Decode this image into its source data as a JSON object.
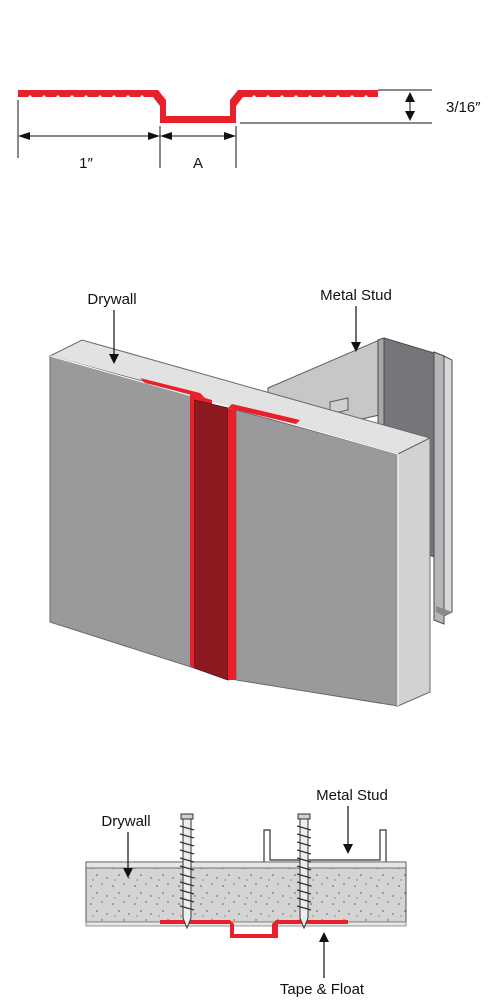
{
  "profile": {
    "dim_width": "1″",
    "dim_reveal": "A",
    "dim_depth": "3/16″"
  },
  "iso_view": {
    "label_drywall": "Drywall",
    "label_stud": "Metal Stud"
  },
  "section_view": {
    "label_drywall": "Drywall",
    "label_stud": "Metal Stud",
    "label_tape": "Tape & Float"
  },
  "colors": {
    "accent_red": "#e8202a",
    "dark_red": "#8e1a21",
    "drywall_face": "#9a9a9c",
    "drywall_edge": "#dcdcdc",
    "stud_gray": "#b9b9bb",
    "stud_dark": "#6f6f72",
    "gypsum_fill": "#d4d4d4"
  }
}
